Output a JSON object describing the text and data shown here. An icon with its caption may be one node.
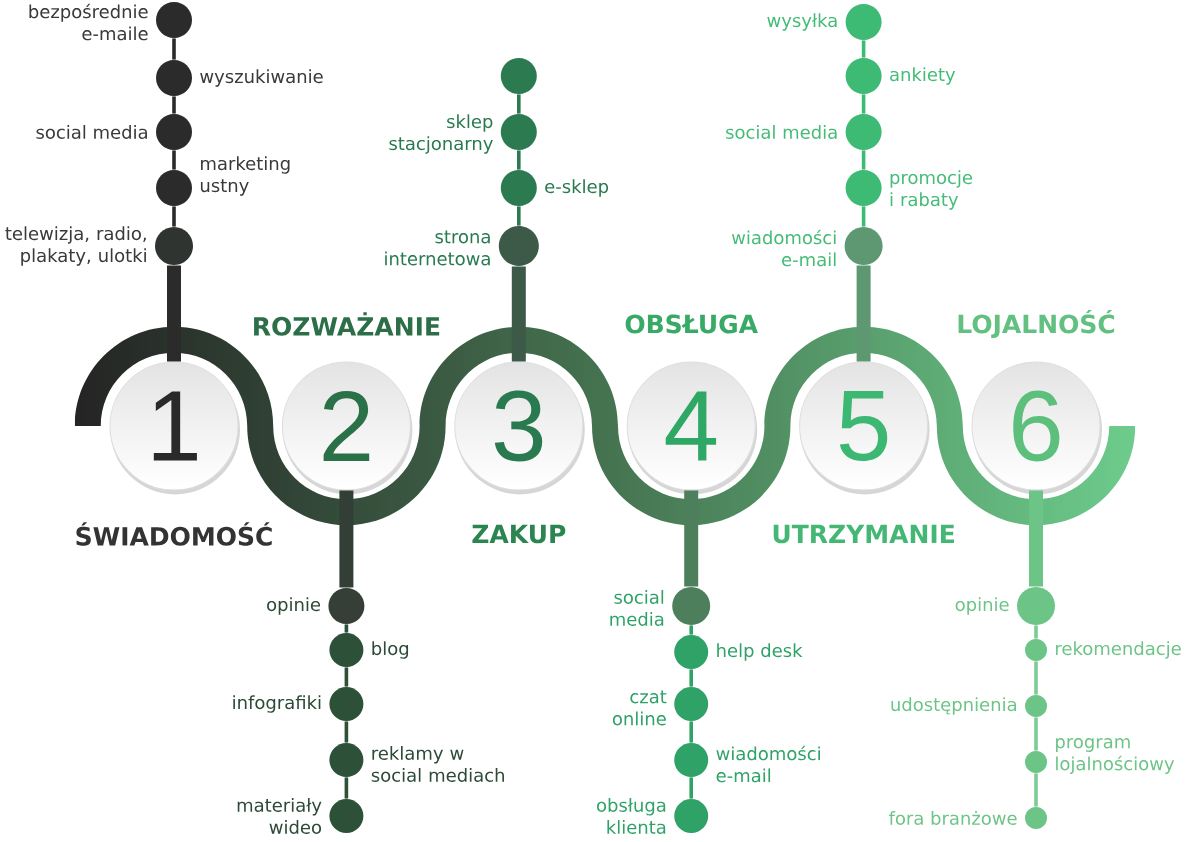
{
  "diagram": {
    "nodes": [
      {
        "text": [
          "1"
        ],
        "beside": [
          "ŚWIADOMOŚĆ"
        ]
      },
      {
        "text": [],
        "shape": "circle",
        "beside": [
          "bezpośrednie e-maile"
        ]
      },
      {
        "text": [],
        "shape": "circle",
        "beside": [
          "wyszukiwanie"
        ]
      },
      {
        "text": [],
        "shape": "circle",
        "beside": [
          "social media"
        ]
      },
      {
        "text": [],
        "shape": "circle",
        "beside": [
          "marketing ustny"
        ]
      },
      {
        "text": [],
        "shape": "circle",
        "beside": [
          "telewizja, radio, plakaty, ulotki"
        ]
      },
      {
        "text": [
          "2"
        ],
        "beside": [
          "ROZWAŻANIE"
        ]
      },
      {
        "text": [],
        "shape": "circle",
        "beside": [
          "opinie"
        ]
      },
      {
        "text": [],
        "shape": "circle",
        "beside": [
          "blog"
        ]
      },
      {
        "text": [],
        "shape": "circle",
        "beside": [
          "infografiki"
        ]
      },
      {
        "text": [],
        "shape": "circle",
        "beside": [
          "reklamy w social mediach"
        ]
      },
      {
        "text": [],
        "shape": "circle",
        "beside": [
          "materiały wideo"
        ]
      },
      {
        "text": [
          "3"
        ],
        "beside": [
          "ZAKUP"
        ]
      },
      {
        "text": [],
        "shape": "circle"
      },
      {
        "text": [],
        "shape": "circle",
        "beside": [
          "sklep stacjonarny"
        ]
      },
      {
        "text": [],
        "shape": "circle",
        "beside": [
          "e-sklep"
        ]
      },
      {
        "text": [],
        "shape": "circle",
        "beside": [
          "strona internetowa"
        ]
      },
      {
        "text": [
          "4"
        ],
        "beside": [
          "OBSŁUGA"
        ]
      },
      {
        "text": [],
        "shape": "circle",
        "beside": [
          "social media"
        ]
      },
      {
        "text": [],
        "shape": "circle",
        "beside": [
          "help desk"
        ]
      },
      {
        "text": [],
        "shape": "circle",
        "beside": [
          "czat online"
        ]
      },
      {
        "text": [],
        "shape": "circle",
        "beside": [
          "wiadomości e-mail"
        ]
      },
      {
        "text": [],
        "shape": "circle",
        "beside": [
          "obsługa klienta"
        ]
      },
      {
        "text": [
          "5"
        ],
        "beside": [
          "UTRZYMANIE"
        ]
      },
      {
        "text": [],
        "shape": "circle",
        "beside": [
          "wysyłka"
        ]
      },
      {
        "text": [],
        "shape": "circle",
        "beside": [
          "ankiety"
        ]
      },
      {
        "text": [],
        "shape": "circle",
        "beside": [
          "social media"
        ]
      },
      {
        "text": [],
        "shape": "circle",
        "beside": [
          "promocje i rabaty"
        ]
      },
      {
        "text": [],
        "shape": "circle",
        "beside": [
          "wiadomości e-mail"
        ]
      },
      {
        "text": [
          "6"
        ],
        "beside": [
          "LOJALNOŚĆ"
        ]
      },
      {
        "text": [],
        "shape": "circle",
        "beside": [
          "opinie"
        ]
      },
      {
        "text": [],
        "shape": "circle",
        "beside": [
          "rekomendacje"
        ]
      },
      {
        "text": [],
        "shape": "circle",
        "beside": [
          "udostępnienia"
        ]
      },
      {
        "text": [],
        "shape": "circle",
        "beside": [
          "program lojalnościowy"
        ]
      },
      {
        "text": [],
        "shape": "circle",
        "beside": [
          "fora branżowe"
        ]
      }
    ],
    "edges": [
      {
        "from": 0,
        "to": 5,
        "arrow": "none",
        "style": "thick",
        "color": "#2b2b2b"
      },
      {
        "from": 5,
        "to": 4,
        "arrow": "none",
        "color": "#2b2b2b"
      },
      {
        "from": 4,
        "to": 3,
        "arrow": "none",
        "color": "#2b2b2b"
      },
      {
        "from": 3,
        "to": 2,
        "arrow": "none",
        "color": "#2b2b2b"
      },
      {
        "from": 2,
        "to": 1,
        "arrow": "none",
        "color": "#2b2b2b"
      },
      {
        "from": 6,
        "to": 7,
        "arrow": "none",
        "style": "thick",
        "color": "#323e36"
      },
      {
        "from": 7,
        "to": 8,
        "arrow": "none",
        "color": "#2d5038"
      },
      {
        "from": 8,
        "to": 9,
        "arrow": "none",
        "color": "#2d5038"
      },
      {
        "from": 9,
        "to": 10,
        "arrow": "none",
        "color": "#2d5038"
      },
      {
        "from": 10,
        "to": 11,
        "arrow": "none",
        "color": "#2d5038"
      },
      {
        "from": 12,
        "to": 16,
        "arrow": "none",
        "style": "thick",
        "color": "#3c5a47"
      },
      {
        "from": 16,
        "to": 15,
        "arrow": "none",
        "color": "#2b7a50"
      },
      {
        "from": 15,
        "to": 14,
        "arrow": "none",
        "color": "#2b7a50"
      },
      {
        "from": 14,
        "to": 13,
        "arrow": "none",
        "color": "#2b7a50"
      },
      {
        "from": 17,
        "to": 18,
        "arrow": "none",
        "style": "thick",
        "color": "#4e7f5d"
      },
      {
        "from": 18,
        "to": 19,
        "arrow": "none",
        "color": "#2ea267"
      },
      {
        "from": 19,
        "to": 20,
        "arrow": "none",
        "color": "#2ea267"
      },
      {
        "from": 20,
        "to": 21,
        "arrow": "none",
        "color": "#2ea267"
      },
      {
        "from": 21,
        "to": 22,
        "arrow": "none",
        "color": "#2ea267"
      },
      {
        "from": 23,
        "to": 28,
        "arrow": "none",
        "style": "thick",
        "color": "#5e9872"
      },
      {
        "from": 28,
        "to": 27,
        "arrow": "none",
        "color": "#3dbb75"
      },
      {
        "from": 27,
        "to": 26,
        "arrow": "none",
        "color": "#3dbb75"
      },
      {
        "from": 26,
        "to": 25,
        "arrow": "none",
        "color": "#3dbb75"
      },
      {
        "from": 25,
        "to": 24,
        "arrow": "none",
        "color": "#3dbb75"
      },
      {
        "from": 29,
        "to": 30,
        "arrow": "none",
        "style": "thick",
        "color": "#6cc486"
      },
      {
        "from": 30,
        "to": 31,
        "arrow": "none",
        "color": "#7dcb95"
      },
      {
        "from": 31,
        "to": 32,
        "arrow": "none",
        "color": "#7dcb95"
      },
      {
        "from": 32,
        "to": 33,
        "arrow": "none",
        "color": "#7dcb95"
      },
      {
        "from": 33,
        "to": 34,
        "arrow": "none",
        "color": "#7dcb95"
      }
    ]
  }
}
